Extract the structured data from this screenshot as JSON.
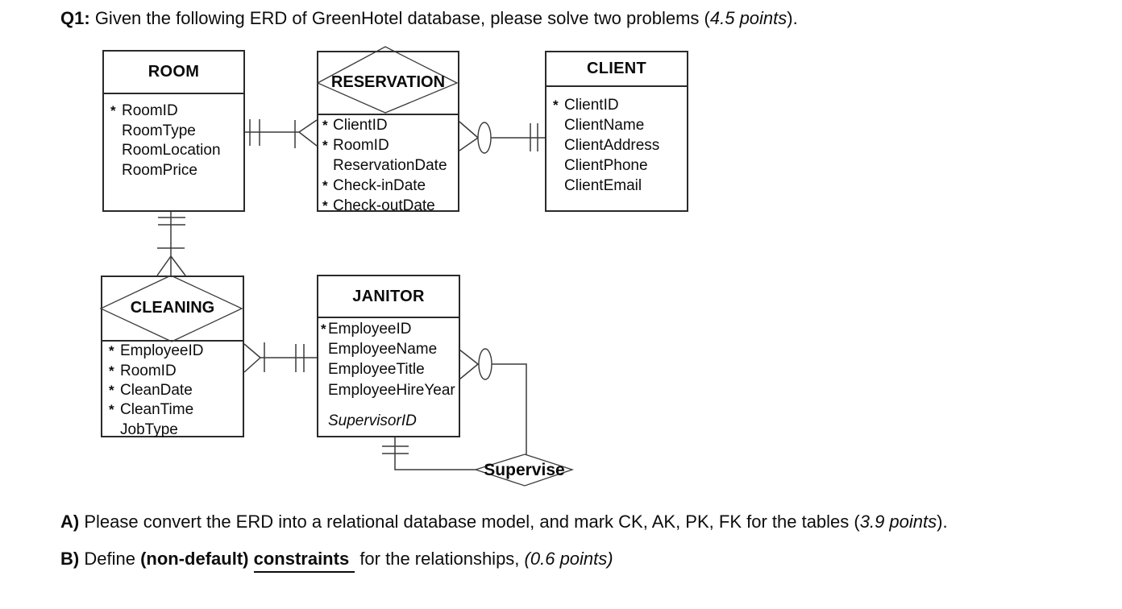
{
  "colors": {
    "ink": "#0d0d0d",
    "background": "#ffffff"
  },
  "header": {
    "label": "Q1:",
    "text": "Given the following ERD of GreenHotel database, please solve two problems (",
    "points": "4.5 points",
    "suffix": ")."
  },
  "erd": {
    "entities": [
      {
        "name": "ROOM",
        "attributes": [
          {
            "key": "*",
            "name": "RoomID"
          },
          {
            "key": "",
            "name": "RoomType"
          },
          {
            "key": "",
            "name": "RoomLocation"
          },
          {
            "key": "",
            "name": "RoomPrice"
          }
        ]
      },
      {
        "name": "RESERVATION",
        "attributes": [
          {
            "key": "*",
            "name": "ClientID"
          },
          {
            "key": "*",
            "name": "RoomID"
          },
          {
            "key": "",
            "name": "ReservationDate"
          },
          {
            "key": "*",
            "name": "Check-inDate"
          },
          {
            "key": "*",
            "name": "Check-outDate"
          }
        ]
      },
      {
        "name": "CLIENT",
        "attributes": [
          {
            "key": "*",
            "name": "ClientID"
          },
          {
            "key": "",
            "name": "ClientName"
          },
          {
            "key": "",
            "name": "ClientAddress"
          },
          {
            "key": "",
            "name": "ClientPhone"
          },
          {
            "key": "",
            "name": "ClientEmail"
          }
        ]
      },
      {
        "name": "CLEANING",
        "attributes": [
          {
            "key": "*",
            "name": "EmployeeID"
          },
          {
            "key": "*",
            "name": "RoomID"
          },
          {
            "key": "*",
            "name": "CleanDate"
          },
          {
            "key": "*",
            "name": "CleanTime"
          },
          {
            "key": "",
            "name": "JobType"
          }
        ]
      },
      {
        "name": "JANITOR",
        "attributes": [
          {
            "key": "*",
            "name": "EmployeeID"
          },
          {
            "key": "",
            "name": "EmployeeName"
          },
          {
            "key": "",
            "name": "EmployeeTitle"
          },
          {
            "key": "",
            "name": "EmployeeHireYear"
          },
          {
            "key": "",
            "name": "SupervisorID"
          }
        ]
      }
    ],
    "relationship": {
      "name": "Supervise"
    },
    "connectors": [
      {
        "from": "ROOM",
        "to": "RESERVATION",
        "from_cardinality": "one-mandatory",
        "to_cardinality": "many-mandatory"
      },
      {
        "from": "RESERVATION",
        "to": "CLIENT",
        "from_cardinality": "many-optional",
        "to_cardinality": "one-mandatory"
      },
      {
        "from": "ROOM",
        "to": "CLEANING",
        "from_cardinality": "one-mandatory",
        "to_cardinality": "many-mandatory"
      },
      {
        "from": "CLEANING",
        "to": "JANITOR",
        "from_cardinality": "many-mandatory",
        "to_cardinality": "one-mandatory"
      },
      {
        "from": "JANITOR",
        "to": "Supervise",
        "from_cardinality": "one-mandatory",
        "to_cardinality": "many-optional"
      }
    ]
  },
  "questions": {
    "a": {
      "label": "A)",
      "text": "Please convert the ERD into a relational database model, and mark CK, AK, PK, FK for the tables (",
      "points": "3.9 points",
      "suffix": ")."
    },
    "b": {
      "label": "B)",
      "t1": "Define",
      "bold1": "(non-default)",
      "underlined": "constraints",
      "t2": "for the relationships,",
      "points": "(0.6 points)"
    }
  }
}
